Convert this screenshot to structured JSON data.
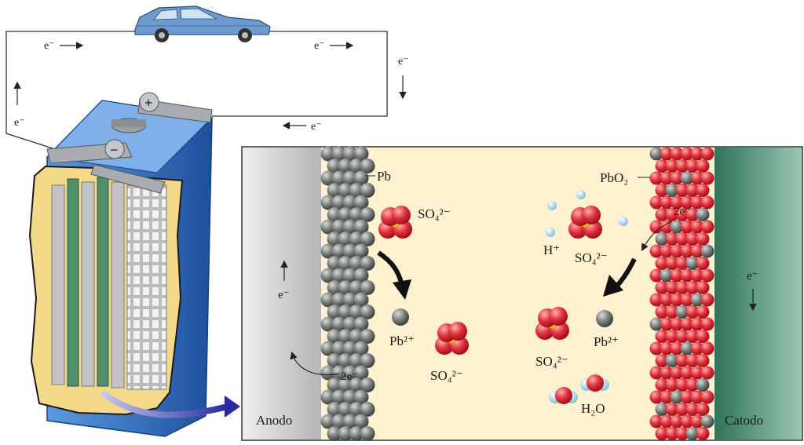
{
  "circuit": {
    "e1": "e⁻",
    "e2": "e⁻",
    "e3": "e⁻",
    "e4": "e⁻",
    "e5": "e⁻"
  },
  "battery": {
    "plus": "+",
    "minus": "−"
  },
  "cell": {
    "anode_label": "Anodo",
    "cathode_label": "Catodo",
    "pb_label": "Pb",
    "pbo2_label": "PbO₂",
    "anode_electron": "e⁻",
    "anode_2e": "2e⁻",
    "cathode_electron": "e⁻",
    "cathode_2e": "2e⁻",
    "left_so4_top": "SO₄²⁻",
    "left_pb2": "Pb²⁺",
    "left_so4_bottom": "SO₄²⁻",
    "right_h": "H⁺",
    "right_so4_top": "SO₄²⁻",
    "right_pb2": "Pb²⁺",
    "right_so4_bottom": "SO₄²⁻",
    "right_h2o": "H₂O"
  },
  "colors": {
    "cell_bg": "#fdf1d0",
    "anode": "#c9c9cc",
    "cathode": "#5a9a80",
    "lead_sphere": "#6f7370",
    "oxygen": "#e0303a",
    "sulfur": "#f0b020",
    "hydrogen": "#9fd4ee",
    "battery_case": "#2f6fc0"
  }
}
